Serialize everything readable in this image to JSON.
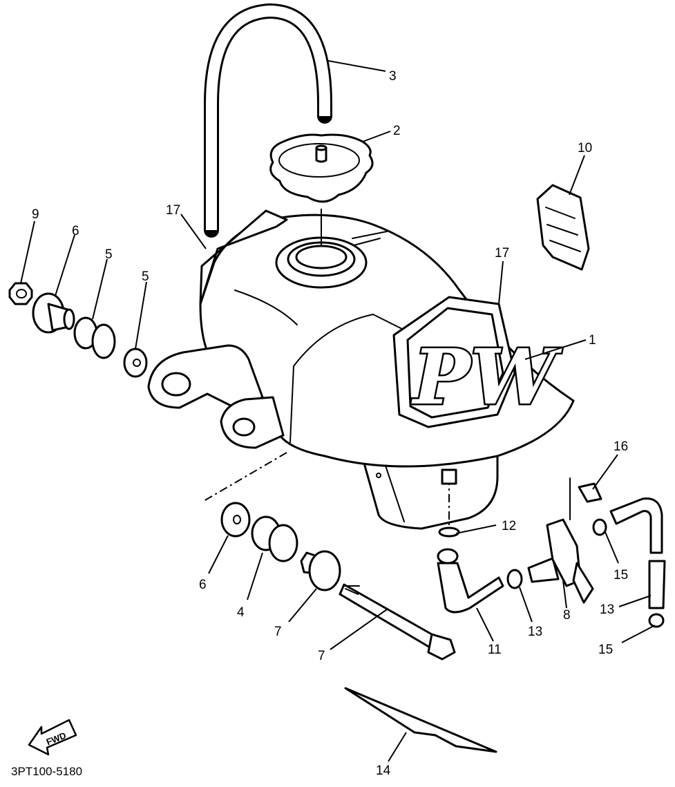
{
  "diagram": {
    "drawing_code": "3PT100-5180",
    "fwd_label": "FWD",
    "emblem_text": "PW",
    "callouts": [
      {
        "id": "c1",
        "label": "1"
      },
      {
        "id": "c2",
        "label": "2"
      },
      {
        "id": "c3",
        "label": "3"
      },
      {
        "id": "c4",
        "label": "4"
      },
      {
        "id": "c5a",
        "label": "5"
      },
      {
        "id": "c5b",
        "label": "5"
      },
      {
        "id": "c6a",
        "label": "6"
      },
      {
        "id": "c6b",
        "label": "6"
      },
      {
        "id": "c7a",
        "label": "7"
      },
      {
        "id": "c7b",
        "label": "7"
      },
      {
        "id": "c8",
        "label": "8"
      },
      {
        "id": "c9",
        "label": "9"
      },
      {
        "id": "c10",
        "label": "10"
      },
      {
        "id": "c11",
        "label": "11"
      },
      {
        "id": "c12",
        "label": "12"
      },
      {
        "id": "c13a",
        "label": "13"
      },
      {
        "id": "c13b",
        "label": "13"
      },
      {
        "id": "c14",
        "label": "14"
      },
      {
        "id": "c15a",
        "label": "15"
      },
      {
        "id": "c15b",
        "label": "15"
      },
      {
        "id": "c16",
        "label": "16"
      },
      {
        "id": "c17a",
        "label": "17"
      },
      {
        "id": "c17b",
        "label": "17"
      }
    ]
  }
}
